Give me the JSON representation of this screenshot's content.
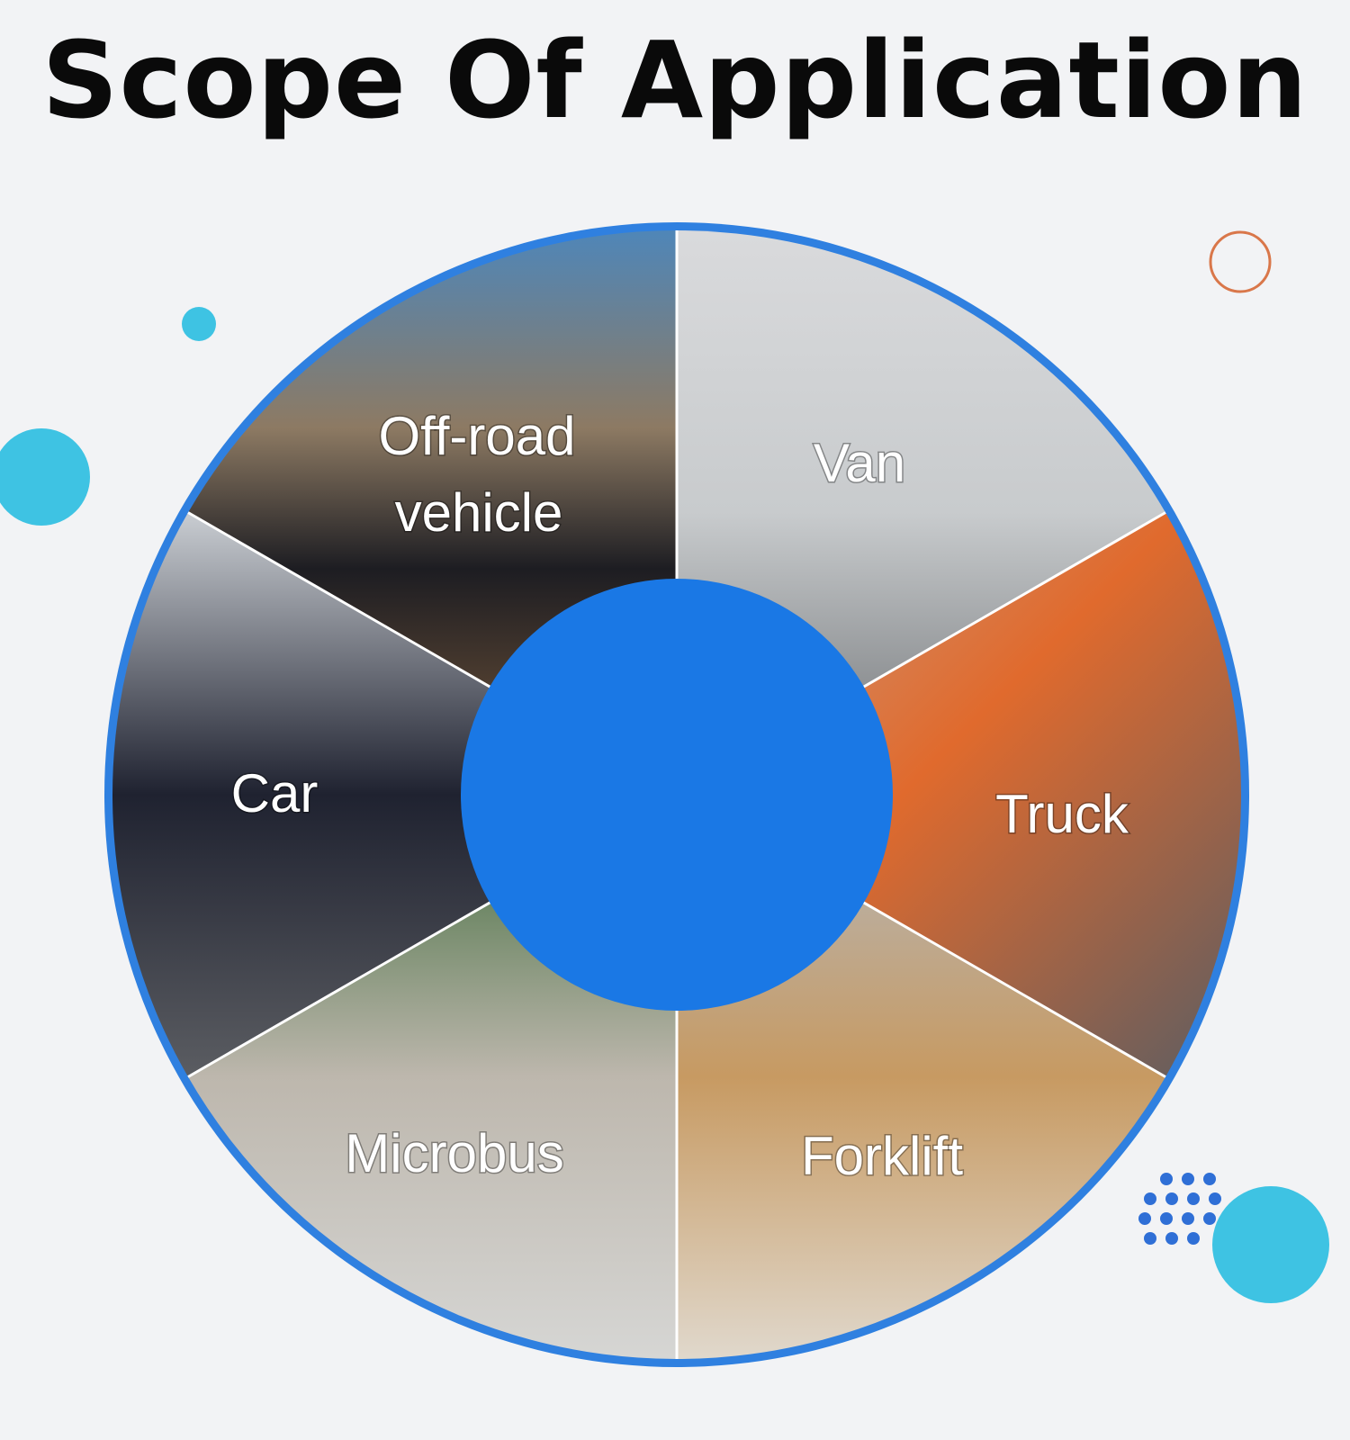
{
  "title": "Scope Of Application",
  "sectors": [
    {
      "label_line1": "Off-road",
      "label_line2": "vehicle"
    },
    {
      "label": "Van"
    },
    {
      "label": "Truck"
    },
    {
      "label": "Forklift"
    },
    {
      "label": "Microbus"
    },
    {
      "label": "Car"
    }
  ],
  "colors": {
    "ring": "#2f80e0",
    "center": "#1a78e5",
    "accent_cyan": "#3ec3e3",
    "accent_orange": "#d9774a",
    "dots": "#2f6fd6"
  }
}
